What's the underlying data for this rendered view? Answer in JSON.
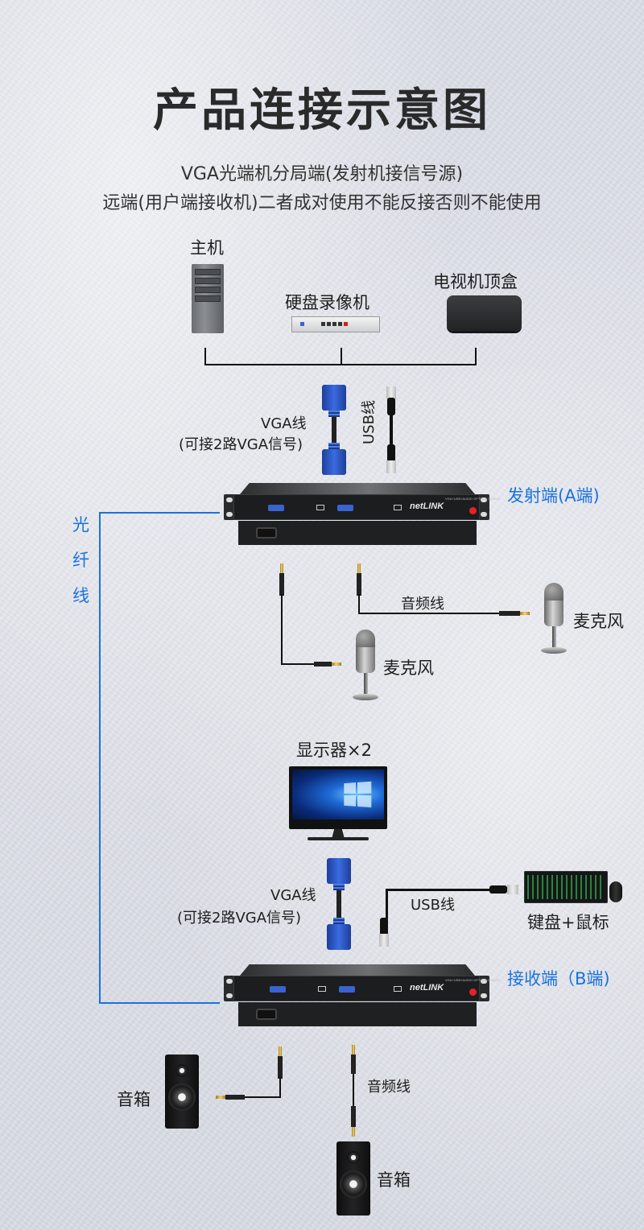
{
  "title": "产品连接示意图",
  "subtitle": {
    "line1": "VGA光端机分局端(发射机接信号源)",
    "line2": "远端(用户端接收机)二者成对使用不能反接否则不能使用"
  },
  "sources": {
    "host": "主机",
    "dvr": "硬盘录像机",
    "set_top_box": "电视机顶盒"
  },
  "transmitter_side": {
    "vga_cable": "VGA线",
    "vga_note": "(可接2路VGA信号)",
    "usb_cable": "USB线",
    "device_label": "发射端(A端)",
    "audio_cable": "音频线",
    "mic_right": "麦克风",
    "mic_left": "麦克风"
  },
  "fiber": {
    "chars": [
      "光",
      "纤",
      "线"
    ]
  },
  "device": {
    "brand": "netLINK",
    "model": "VGA+USB+AUDIO OPTICAL DEVICE"
  },
  "receiver_side": {
    "monitor": "显示器×2",
    "vga_cable": "VGA线",
    "vga_note": "(可接2路VGA信号)",
    "usb_cable": "USB线",
    "keyboard_mouse": "键盘+鼠标",
    "device_label": "接收端（B端)",
    "audio_cable": "音频线",
    "speaker_left": "音箱",
    "speaker_bottom": "音箱"
  },
  "colors": {
    "accent_blue": "#1a72e0",
    "text_dark": "#1e1e1e"
  }
}
